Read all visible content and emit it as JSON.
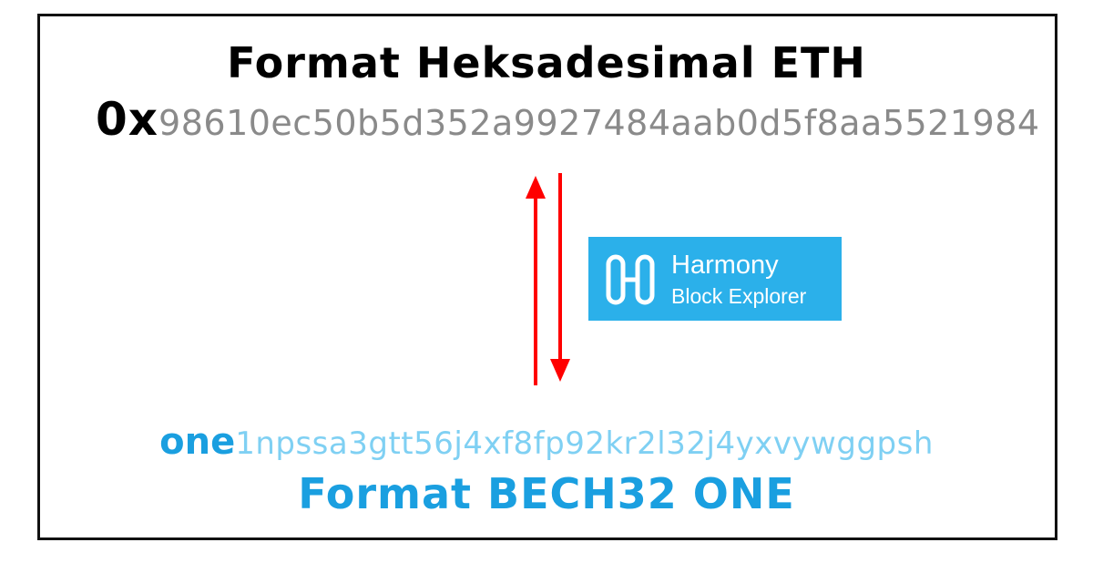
{
  "top_title": "Format Heksadesimal ETH",
  "eth_address": {
    "prefix": "0x",
    "value": "98610ec50b5d352a9927484aab0d5f8aa5521984"
  },
  "logo": {
    "line1": "Harmony",
    "line2": "Block Explorer",
    "background_color": "#2bb0ea",
    "icon": "harmony-logo-icon"
  },
  "one_address": {
    "prefix": "one",
    "value": "1npssa3gtt56j4xf8fp92kr2l32j4yxvywggpsh"
  },
  "bottom_title": "Format BECH32 ONE",
  "colors": {
    "arrow": "#ff0000",
    "eth_hex": "#8a8a8a",
    "one_prefix": "#1a9fe0",
    "one_addr": "#7fd0f3",
    "bottom_title": "#1a9fe0"
  }
}
